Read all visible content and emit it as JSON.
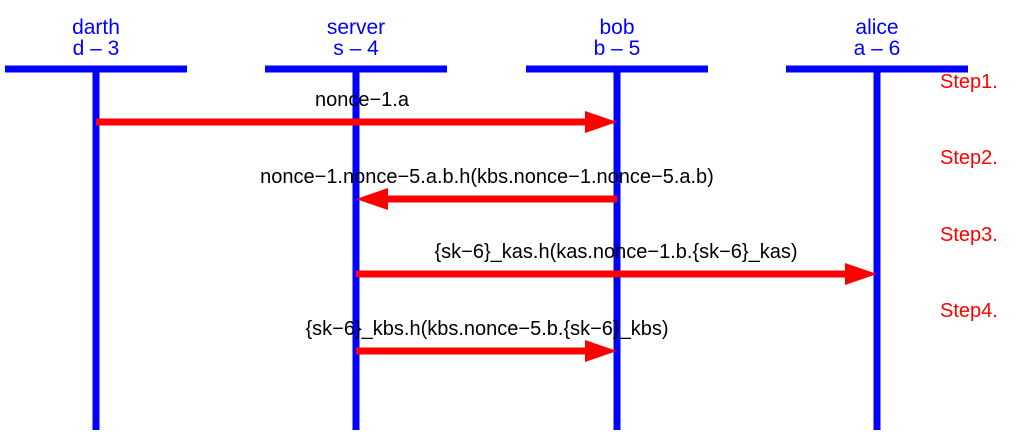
{
  "colors": {
    "lifeline": "#0000ff",
    "arrow": "#ff0000",
    "message_text": "#000000",
    "step_text": "#ff0000"
  },
  "actors": [
    {
      "name": "darth",
      "id": "d – 3"
    },
    {
      "name": "server",
      "id": "s – 4"
    },
    {
      "name": "bob",
      "id": "b – 5"
    },
    {
      "name": "alice",
      "id": "a – 6"
    }
  ],
  "messages": [
    {
      "from": 0,
      "to": 2,
      "label": "nonce−1.a"
    },
    {
      "from": 2,
      "to": 1,
      "label": "nonce−1.nonce−5.a.b.h(kbs.nonce−1.nonce−5.a.b)"
    },
    {
      "from": 1,
      "to": 3,
      "label": "{sk−6}_kas.h(kas.nonce−1.b.{sk−6}_kas)"
    },
    {
      "from": 1,
      "to": 2,
      "label": "{sk−6}_kbs.h(kbs.nonce−5.b.{sk−6}_kbs)"
    }
  ],
  "steps": [
    "Step1.",
    "Step2.",
    "Step3.",
    "Step4."
  ]
}
